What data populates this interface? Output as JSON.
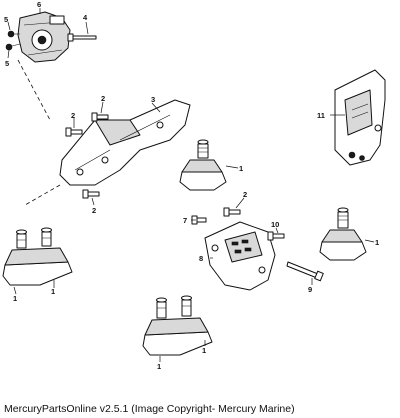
{
  "callouts": {
    "c1": "1",
    "c2": "2",
    "c3": "3",
    "c4": "4",
    "c5": "5",
    "c6": "6",
    "c7": "7",
    "c8": "8",
    "c9": "9",
    "c10": "10",
    "c11": "11"
  },
  "footer": {
    "text": "MercuryPartsOnline v2.5.1 (Image Copyright- Mercury Marine)"
  },
  "colors": {
    "ink": "#111111",
    "background": "#ffffff",
    "fill": "#d9d9d9"
  }
}
